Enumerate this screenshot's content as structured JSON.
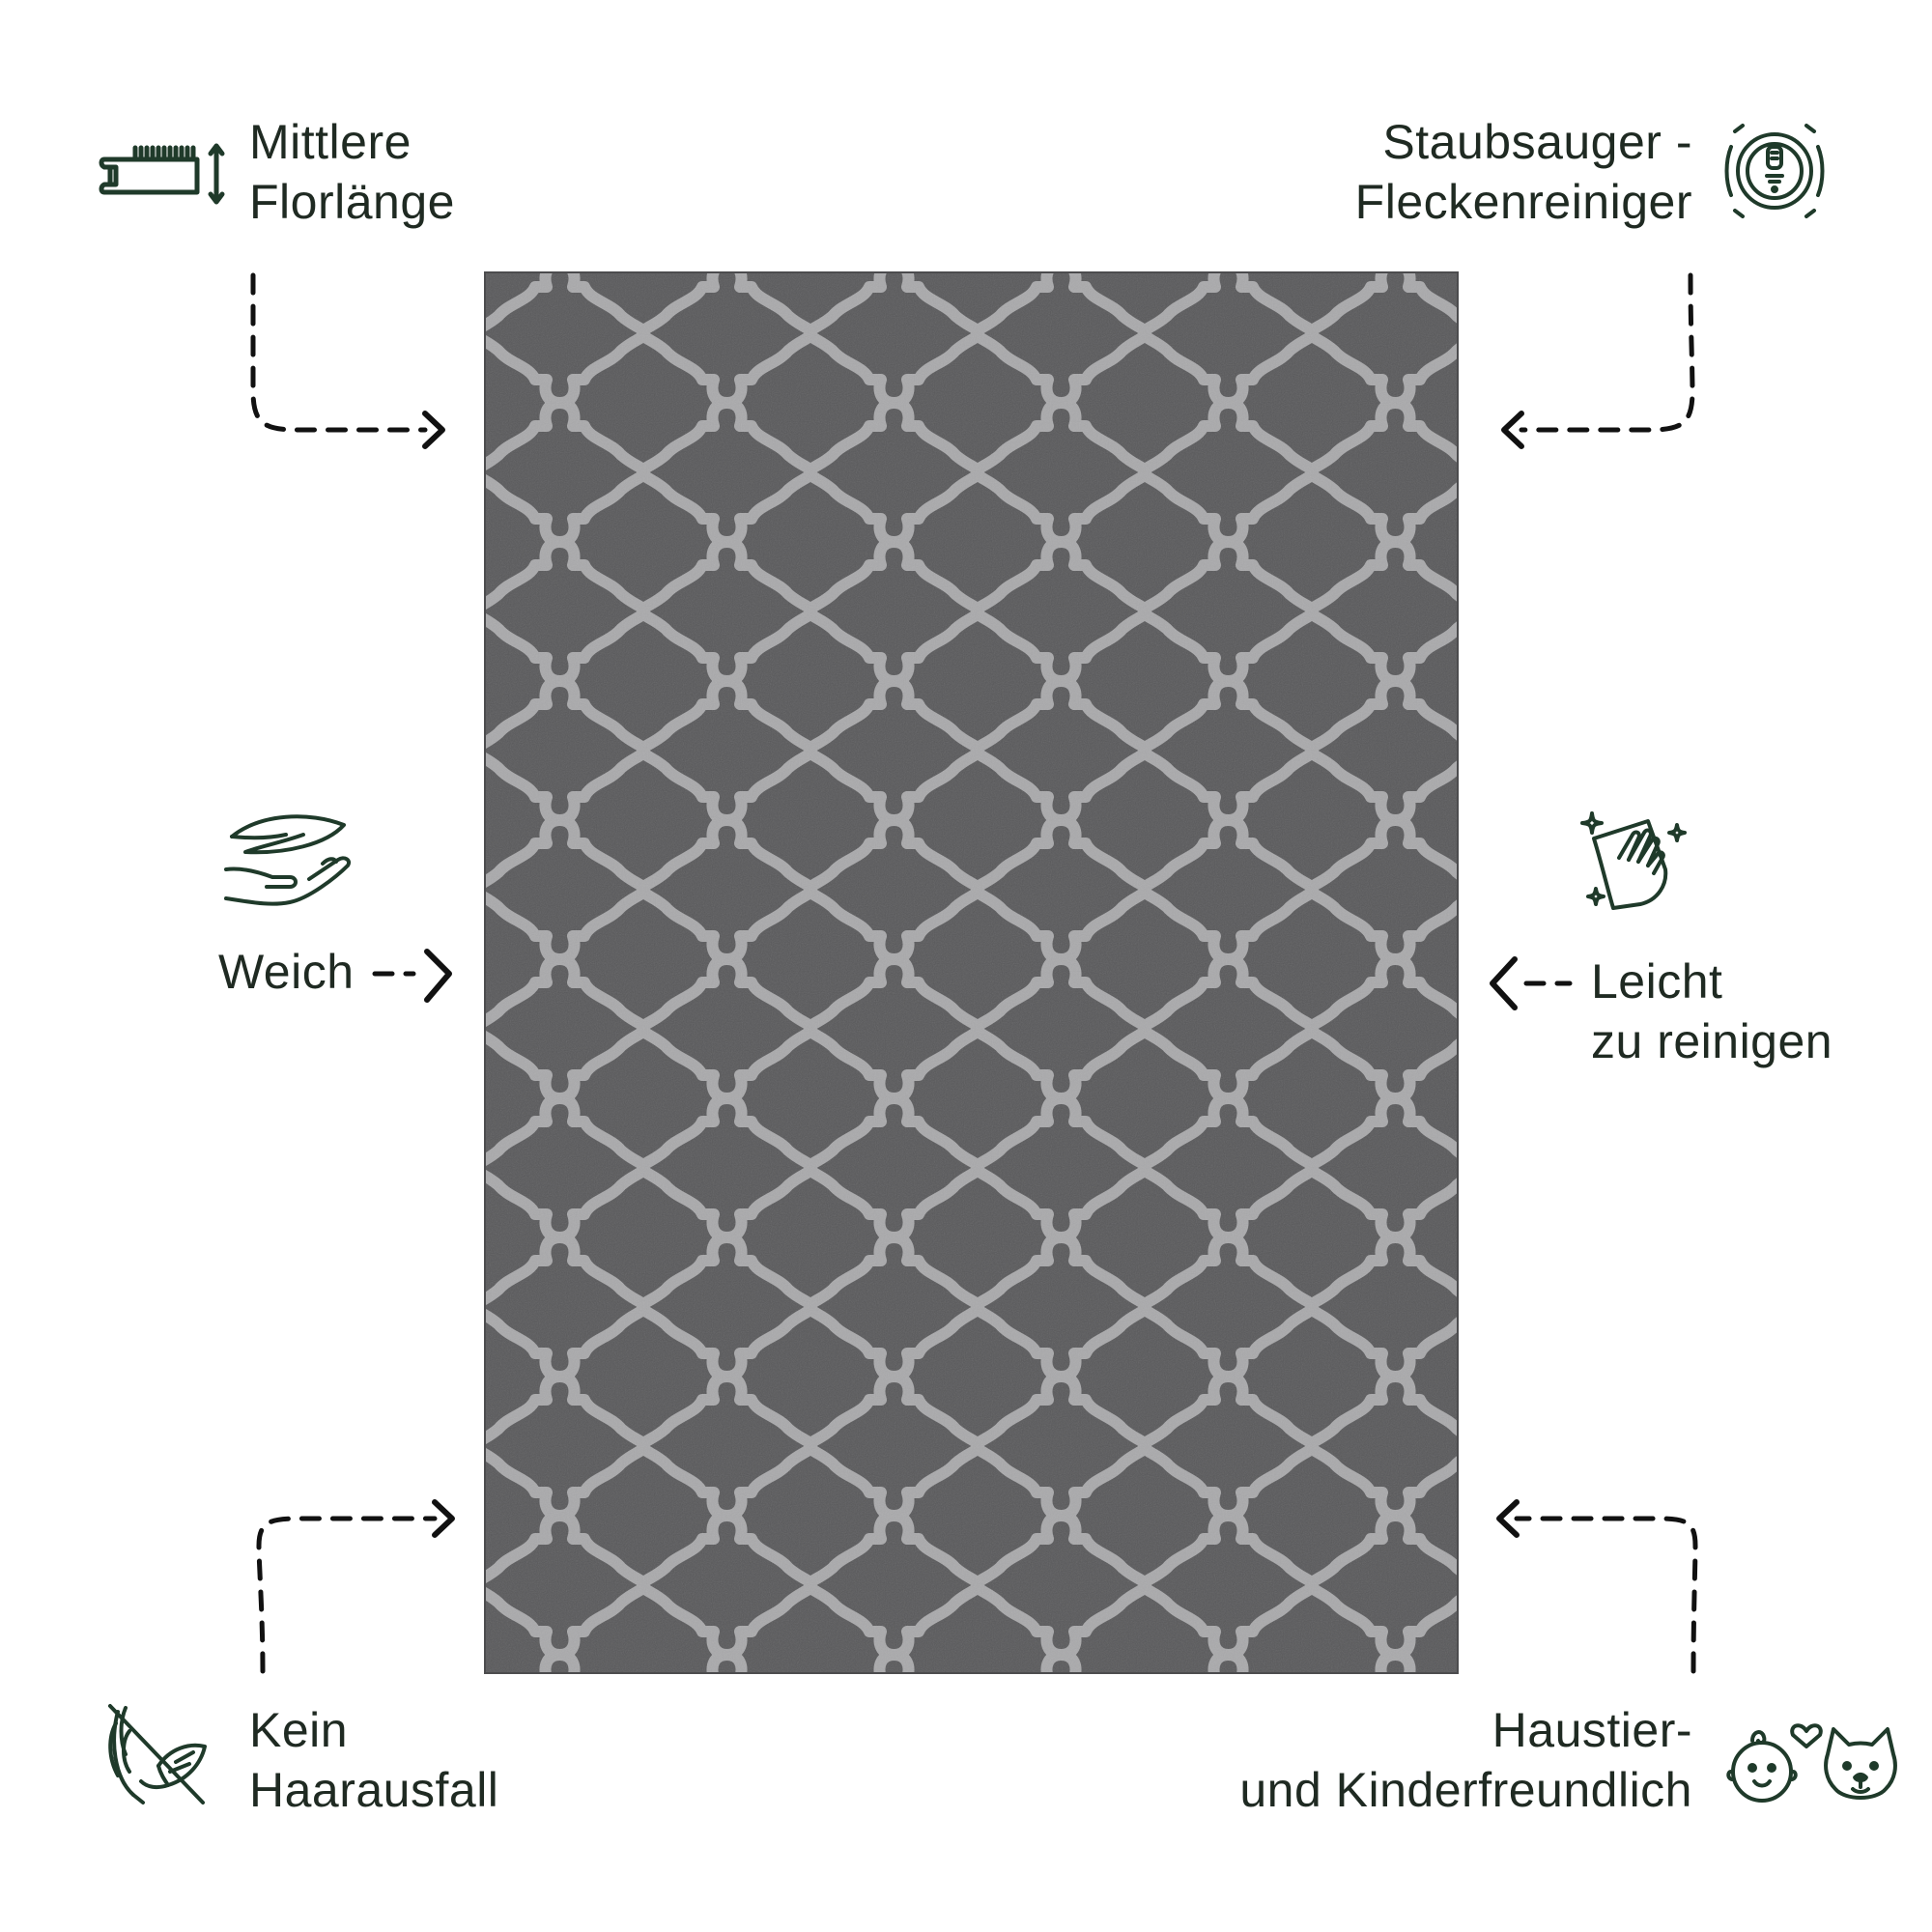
{
  "features": {
    "top_left": {
      "line1": "Mittlere",
      "line2": "Florlänge",
      "icon": "pile-height-icon"
    },
    "top_right": {
      "line1": "Staubsauger -",
      "line2": "Fleckenreiniger",
      "icon": "robot-vacuum-icon"
    },
    "mid_left": {
      "line1": "Weich",
      "icon": "feather-hand-icon"
    },
    "mid_right": {
      "line1": "Leicht",
      "line2": "zu reinigen",
      "icon": "cleaning-cloth-icon"
    },
    "bottom_left": {
      "line1": "Kein",
      "line2": "Haarausfall",
      "icon": "no-shedding-icon"
    },
    "bottom_right": {
      "line1": "Haustier-",
      "line2": "und Kinderfreundlich",
      "icon": "child-and-pet-icon"
    }
  },
  "colors": {
    "text": "#1f2a22",
    "icon_stroke": "#1f3a2a",
    "rug_base": "#58585a",
    "rug_pattern": "#a9a9ab"
  }
}
